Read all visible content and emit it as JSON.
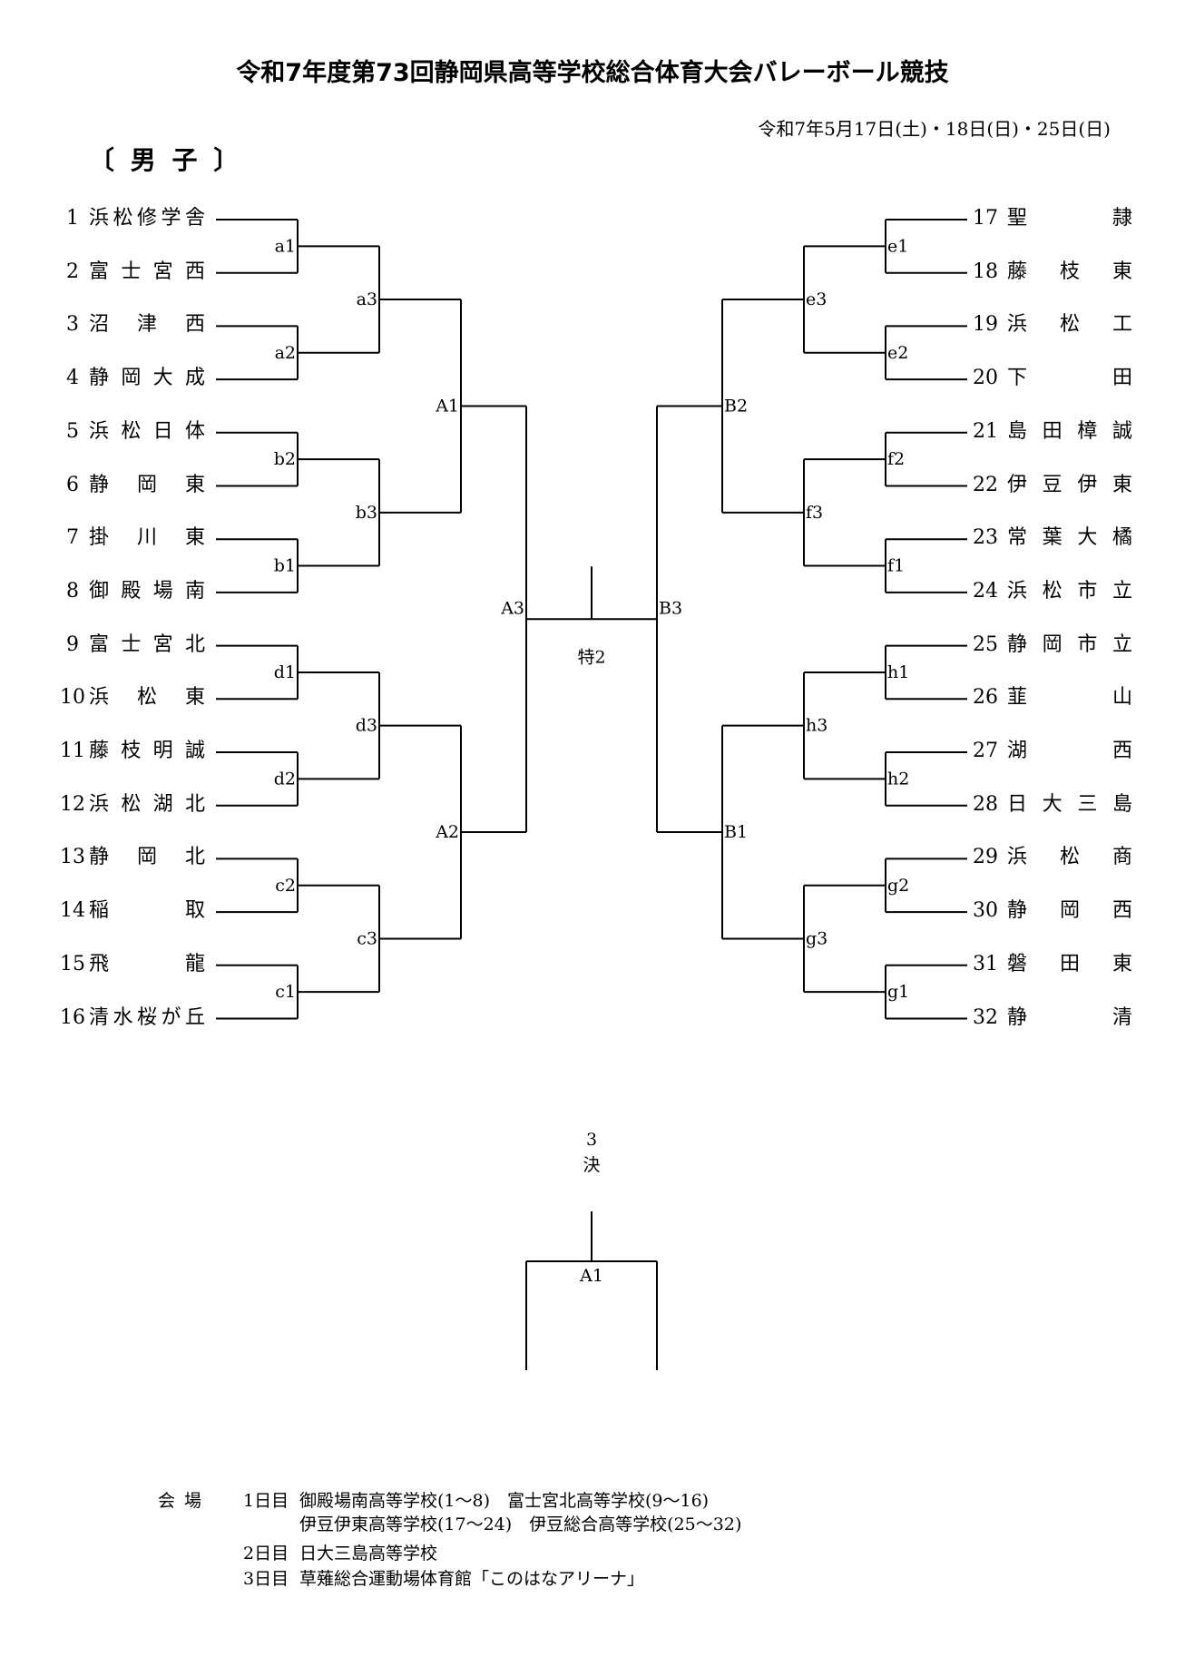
{
  "title": "令和7年度第73回静岡県高等学校総合体育大会バレーボール競技",
  "dates": "令和7年5月17日(土)・18日(日)・25日(日)",
  "section": "〔 男 子 〕",
  "teams_left": [
    {
      "num": "1",
      "name": "浜松修学舎"
    },
    {
      "num": "2",
      "name": "富士宮西"
    },
    {
      "num": "3",
      "name": "沼津西"
    },
    {
      "num": "4",
      "name": "静岡大成"
    },
    {
      "num": "5",
      "name": "浜松日体"
    },
    {
      "num": "6",
      "name": "静岡東"
    },
    {
      "num": "7",
      "name": "掛川東"
    },
    {
      "num": "8",
      "name": "御殿場南"
    },
    {
      "num": "9",
      "name": "富士宮北"
    },
    {
      "num": "10",
      "name": "浜松東"
    },
    {
      "num": "11",
      "name": "藤枝明誠"
    },
    {
      "num": "12",
      "name": "浜松湖北"
    },
    {
      "num": "13",
      "name": "静岡北"
    },
    {
      "num": "14",
      "name": "稲取"
    },
    {
      "num": "15",
      "name": "飛龍"
    },
    {
      "num": "16",
      "name": "清水桜が丘"
    }
  ],
  "teams_right": [
    {
      "num": "17",
      "name": "聖隷"
    },
    {
      "num": "18",
      "name": "藤枝東"
    },
    {
      "num": "19",
      "name": "浜松工"
    },
    {
      "num": "20",
      "name": "下田"
    },
    {
      "num": "21",
      "name": "島田樟誠"
    },
    {
      "num": "22",
      "name": "伊豆伊東"
    },
    {
      "num": "23",
      "name": "常葉大橘"
    },
    {
      "num": "24",
      "name": "浜松市立"
    },
    {
      "num": "25",
      "name": "静岡市立"
    },
    {
      "num": "26",
      "name": "韮山"
    },
    {
      "num": "27",
      "name": "湖西"
    },
    {
      "num": "28",
      "name": "日大三島"
    },
    {
      "num": "29",
      "name": "浜松商"
    },
    {
      "num": "30",
      "name": "静岡西"
    },
    {
      "num": "31",
      "name": "磐田東"
    },
    {
      "num": "32",
      "name": "静清"
    }
  ],
  "match_labels": {
    "left_r1": [
      "a1",
      "a2",
      "b2",
      "b1",
      "d1",
      "d2",
      "c2",
      "c1"
    ],
    "left_r2": [
      "a3",
      "b3",
      "d3",
      "c3"
    ],
    "left_r3": [
      "A1",
      "A2"
    ],
    "left_r4": "A3",
    "right_r1": [
      "e1",
      "e2",
      "f2",
      "f1",
      "h1",
      "h2",
      "g2",
      "g1"
    ],
    "right_r2": [
      "e3",
      "f3",
      "h3",
      "g3"
    ],
    "right_r3": [
      "B2",
      "B1"
    ],
    "right_r4": "B3",
    "final": "特2",
    "third_place": "3\n決",
    "third_place_label": "A1"
  },
  "venue": {
    "label": "会場",
    "entries": [
      {
        "day": "1日目",
        "text": "御殿場南高等学校(1〜8)　富士宮北高等学校(9〜16)"
      },
      {
        "day": "",
        "text": "伊豆伊東高等学校(17〜24)　伊豆総合高等学校(25〜32)"
      },
      {
        "day": "2日目",
        "text": "日大三島高等学校"
      },
      {
        "day": "3日目",
        "text": "草薙総合運動場体育館「このはなアリーナ」"
      }
    ]
  }
}
